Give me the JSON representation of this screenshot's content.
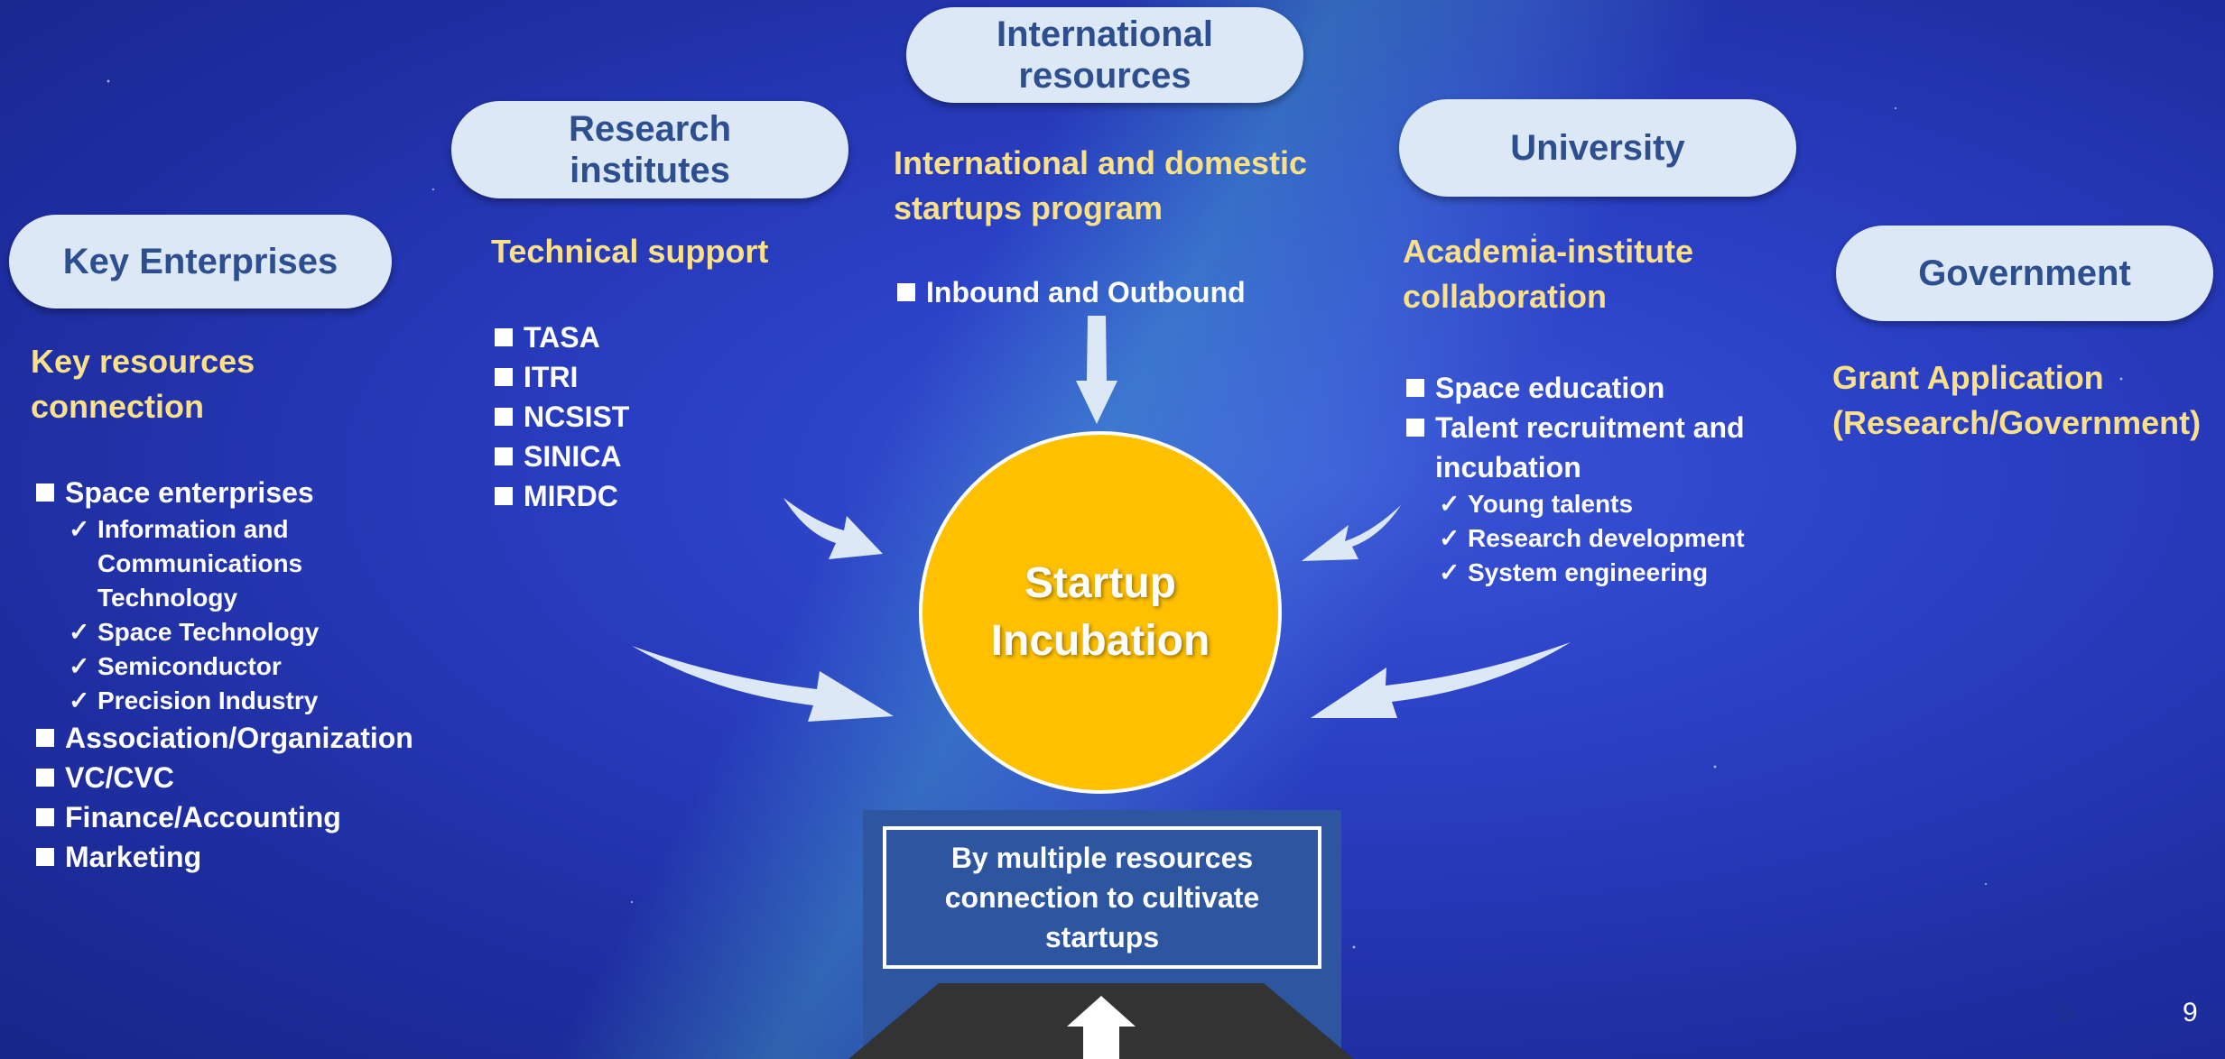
{
  "pills": {
    "key_enterprises": "Key Enterprises",
    "research_line1": "Research",
    "research_line2": "institutes",
    "international_line1": "International",
    "international_line2": "resources",
    "university": "University",
    "government": "Government"
  },
  "headings": {
    "key_resources_line1": "Key resources",
    "key_resources_line2": "connection",
    "technical_support": "Technical support",
    "startups_line1": "International and domestic",
    "startups_line2": "startups program",
    "academia_line1": "Academia-institute",
    "academia_line2": "collaboration",
    "grant_line1": "Grant Application",
    "grant_line2": "(Research/Government)"
  },
  "key_enterprises_list": {
    "item1": "Space enterprises",
    "sub1": "Information and",
    "sub1b": "Communications",
    "sub1c": "Technology",
    "sub2": "Space Technology",
    "sub3": "Semiconductor",
    "sub4": "Precision Industry",
    "item2": "Association/Organization",
    "item3": "VC/CVC",
    "item4": "Finance/Accounting",
    "item5": "Marketing"
  },
  "research_list": [
    "TASA",
    "ITRI",
    "NCSIST",
    "SINICA",
    "MIRDC"
  ],
  "international_list": [
    "Inbound and Outbound"
  ],
  "university_list": {
    "item1": "Space education",
    "item2_line1": "Talent recruitment and",
    "item2_line2": "incubation",
    "sub1": "Young talents",
    "sub2": "Research development",
    "sub3": "System engineering"
  },
  "hub": {
    "line1": "Startup",
    "line2": "Incubation"
  },
  "base": {
    "line1": "By multiple resources",
    "line2": "connection to cultivate",
    "line3": "startups"
  },
  "page_number": "9",
  "page_number_faded": "9",
  "colors": {
    "pill_bg": "#dce8f6",
    "pill_text": "#2e4f8f",
    "heading": "#fbe08a",
    "hub": "#ffc000",
    "base": "#2e56a0",
    "arrow": "#dce8f6"
  }
}
